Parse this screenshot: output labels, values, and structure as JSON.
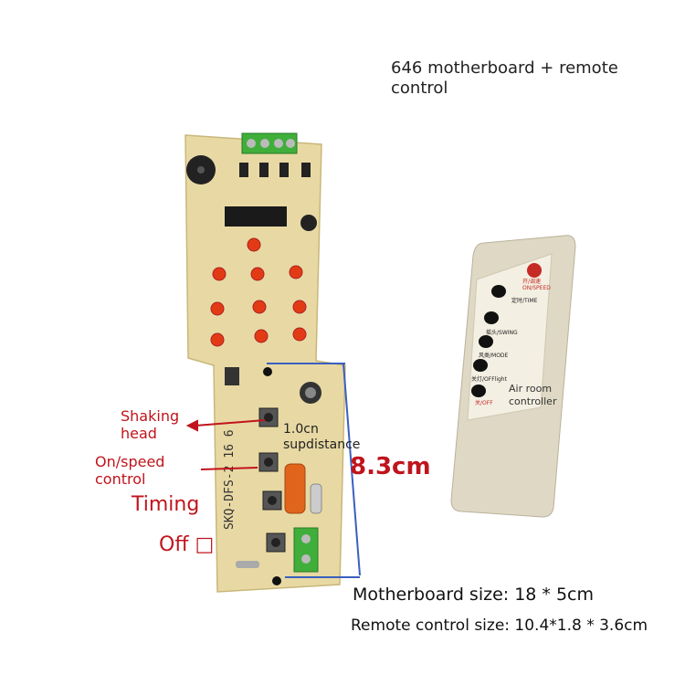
{
  "title": "646 motherboard + remote control",
  "labels": {
    "shaking_head": "Shaking head",
    "on_speed": "On/speed control",
    "timing": "Timing",
    "off": "Off □"
  },
  "distance": "1.0cn supdistance",
  "height_measure": "8.3cm",
  "remote": {
    "label": "Air room controller",
    "buttons": [
      "开/调速 ON/SPEED",
      "定时/TIME",
      "摇头/SWING",
      "风类/MODE",
      "关灯/OFFlight",
      "关/OFF"
    ]
  },
  "board_silk": "SKQ-DFS-2 16 6",
  "motherboard_size": "Motherboard size: 18 * 5cm",
  "remote_size": "Remote control size: 10.4*1.8 * 3.6cm",
  "colors": {
    "label_red": "#c0141c",
    "board": "#e8d9a4",
    "remote": "#ded8c4",
    "measure_line": "#3b5fbf"
  }
}
